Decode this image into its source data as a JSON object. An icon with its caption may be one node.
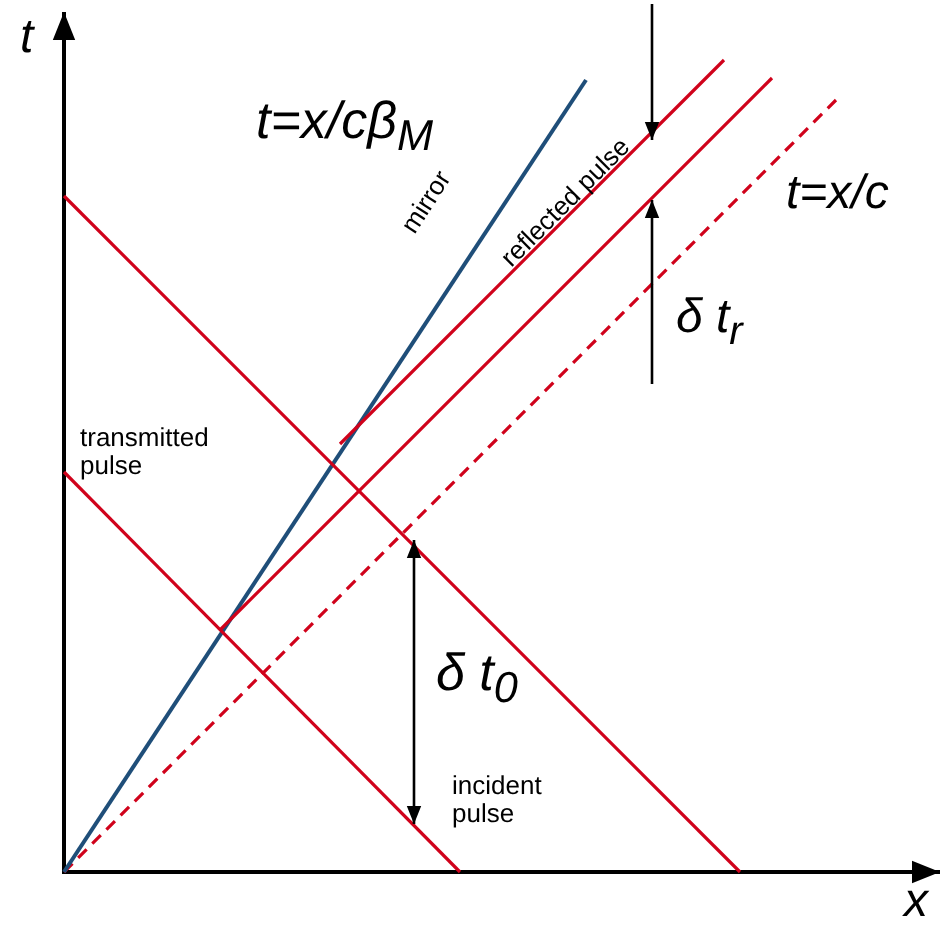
{
  "diagram": {
    "labels": [
      "t",
      "t=x/cβ$_{M}$",
      "mirror",
      "reflected pulse",
      "t=x/c",
      "δ t$_{r}$",
      "transmitted pulse",
      "δ t$_{0}$",
      "incident pulse",
      "x"
    ]
  }
}
